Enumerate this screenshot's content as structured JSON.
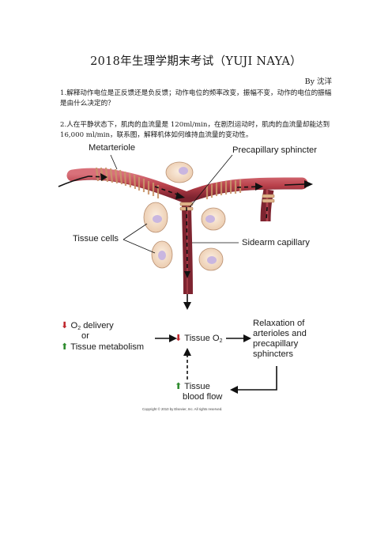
{
  "document": {
    "title": "2018年生理学期末考试（YUJI NAYA）",
    "author": "By 沈洋",
    "questions": [
      "1.解释动作电位是正反馈还是负反馈；动作电位的频率改变，振幅不变，动作的电位的振幅是由什么决定的？",
      "2.人在平静状态下，肌肉的血流量是 120ml/min，在剧烈运动时，肌肉的血流量却能达到 16,000 ml/min，联系图，解释机体如何维持血流量的变动性。"
    ]
  },
  "figure": {
    "labels": {
      "metarteriole": "Metarteriole",
      "precapillary_sphincter": "Precapillary sphincter",
      "tissue_cells": "Tissue cells",
      "sidearm_capillary": "Sidearm capillary"
    },
    "flowchart": {
      "o2_delivery": "O",
      "o2_delivery_sub": "2",
      "o2_delivery_rest": " delivery",
      "or": "or",
      "tissue_metabolism": "Tissue metabolism",
      "tissue_o2": "Tissue O",
      "tissue_o2_sub": "2",
      "relaxation": [
        "Relaxation of",
        "arterioles and",
        "precapillary",
        "sphincters"
      ],
      "tissue_blood_flow": [
        "Tissue",
        "blood flow"
      ]
    },
    "colors": {
      "vessel": "#b8404a",
      "vessel_dark": "#8c2a33",
      "sphincter": "#e0b48a",
      "cell": "#f6dcc4",
      "nucleus": "#c9b6e0",
      "up_arrow": "#2e8b2e",
      "down_arrow": "#c0282e"
    },
    "copyright": "Copyright © 2010 by Elsevier, Inc. All rights reserved."
  }
}
